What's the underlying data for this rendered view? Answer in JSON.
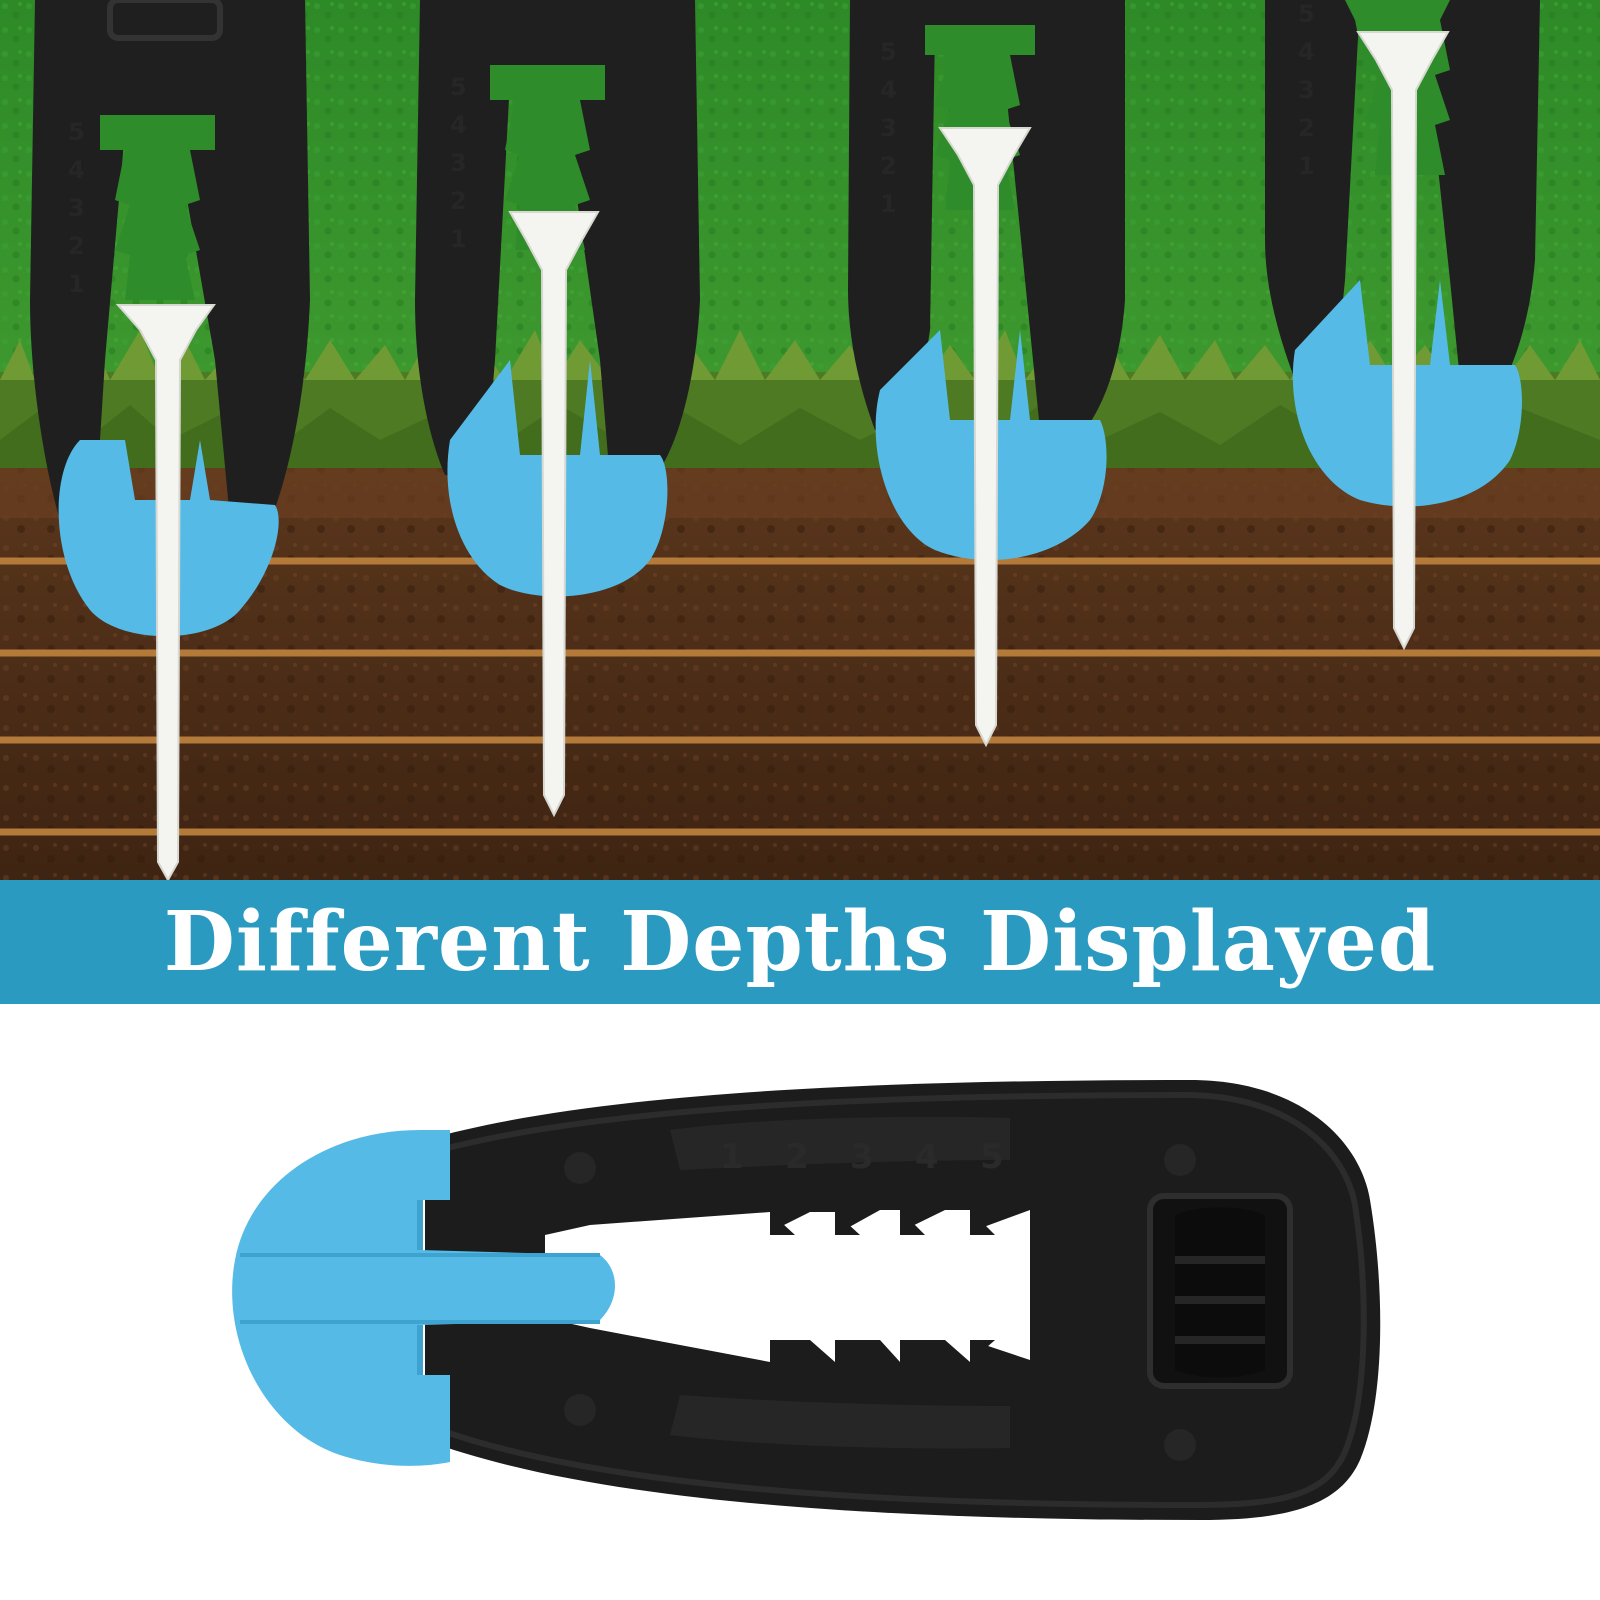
{
  "banner": {
    "title": "Different Depths Displayed",
    "background": "#2a9ac0",
    "text_color": "#ffffff"
  },
  "scene": {
    "turf_color": "#2f8a2a",
    "soil_color": "#4a2d18",
    "depth_line_color": "#b47a3a",
    "tool_color": "#1f1f1f",
    "clip_color": "#55bbe6",
    "tee_color": "#f4f4f0",
    "tool_scale_numbers": [
      "5",
      "4",
      "3",
      "2",
      "1"
    ]
  },
  "product": {
    "scale_numbers": [
      "1",
      "2",
      "3",
      "4",
      "5"
    ]
  }
}
